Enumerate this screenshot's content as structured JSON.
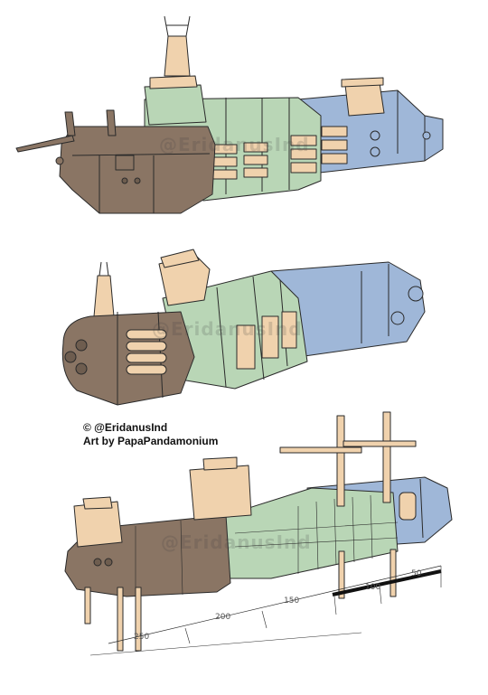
{
  "credits": {
    "handle": "© @EridanusInd",
    "artist": "Art by PapaPandamonium"
  },
  "watermark": {
    "text": "@EridanusInd"
  },
  "scale": {
    "labels": [
      "50",
      "100",
      "150",
      "200",
      "250"
    ]
  },
  "colors": {
    "hull_brown": "#8a7564",
    "hull_green": "#b9d6b6",
    "hull_blue": "#9fb7d8",
    "tan": "#f0d2ad",
    "line": "#2a2a2a"
  },
  "views": [
    {
      "name": "side-profile-view"
    },
    {
      "name": "three-quarter-view"
    },
    {
      "name": "perspective-scale-view"
    }
  ]
}
